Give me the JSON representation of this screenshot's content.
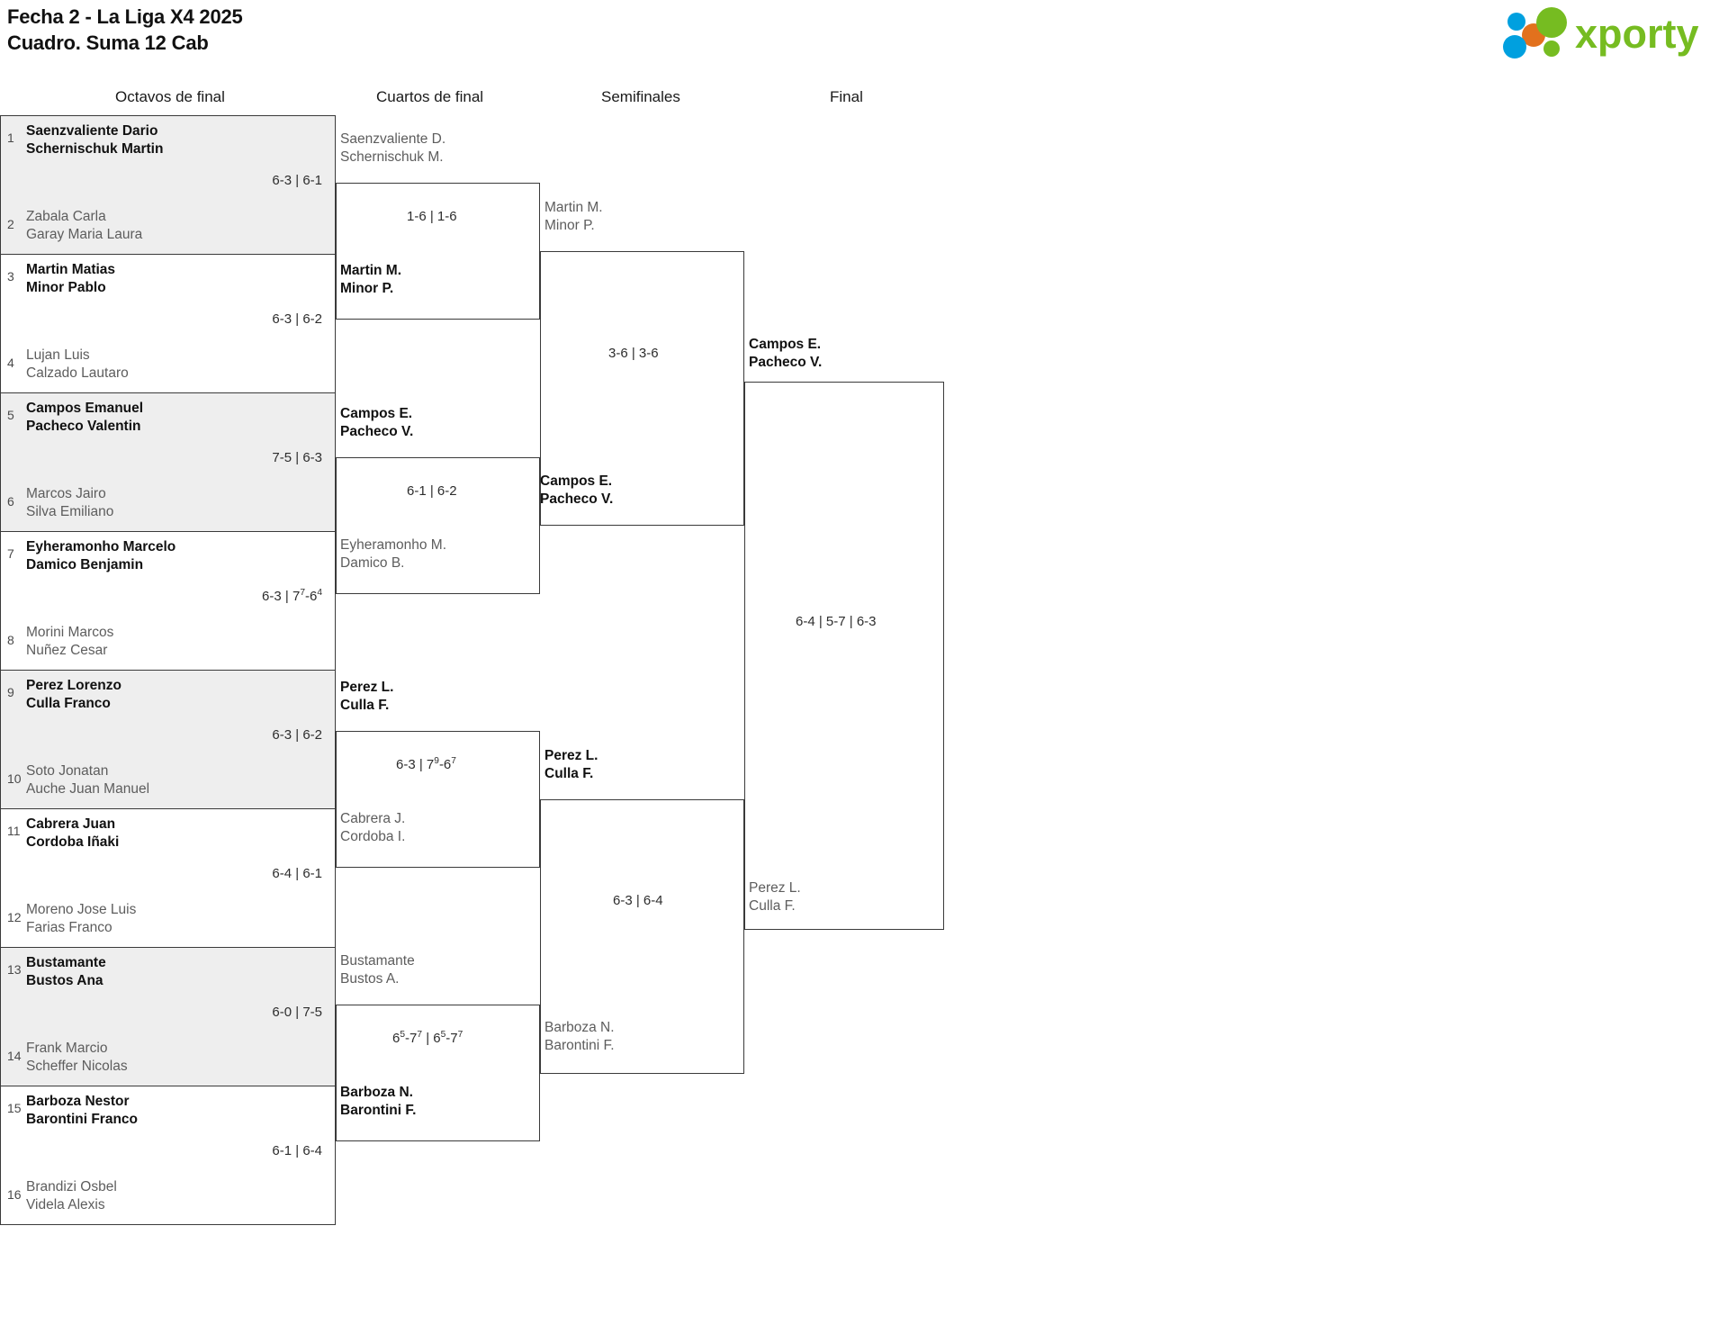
{
  "header": {
    "title_line1": "Fecha 2 - La Liga X4 2025",
    "title_line2": "Cuadro. Suma 12 Cab",
    "logo_text": "xporty"
  },
  "rounds": [
    {
      "label": "Octavos de final"
    },
    {
      "label": "Cuartos de final"
    },
    {
      "label": "Semifinales"
    },
    {
      "label": "Final"
    }
  ],
  "round_of_16": [
    {
      "seed_top": "1",
      "seed_bot": "2",
      "top_p1": "Saenzvaliente Dario",
      "top_p2": "Schernischuk Martin",
      "bot_p1": "Zabala Carla",
      "bot_p2": "Garay Maria Laura",
      "score": "6-3 | 6-1",
      "winner": "top",
      "shaded": true
    },
    {
      "seed_top": "3",
      "seed_bot": "4",
      "top_p1": "Martin Matias",
      "top_p2": "Minor Pablo",
      "bot_p1": "Lujan Luis",
      "bot_p2": "Calzado Lautaro",
      "score": "6-3 | 6-2",
      "winner": "top",
      "shaded": false
    },
    {
      "seed_top": "5",
      "seed_bot": "6",
      "top_p1": "Campos Emanuel",
      "top_p2": "Pacheco Valentin",
      "bot_p1": "Marcos Jairo",
      "bot_p2": "Silva Emiliano",
      "score": "7-5 | 6-3",
      "winner": "top",
      "shaded": true
    },
    {
      "seed_top": "7",
      "seed_bot": "8",
      "top_p1": "Eyheramonho Marcelo",
      "top_p2": "Damico Benjamin",
      "bot_p1": "Morini Marcos",
      "bot_p2": "Nuñez Cesar",
      "score": "6-3 | 7<sup>7</sup>-6<sup>4</sup>",
      "winner": "top",
      "shaded": false
    },
    {
      "seed_top": "9",
      "seed_bot": "10",
      "top_p1": "Perez Lorenzo",
      "top_p2": "Culla Franco",
      "bot_p1": "Soto Jonatan",
      "bot_p2": "Auche Juan Manuel",
      "score": "6-3 | 6-2",
      "winner": "top",
      "shaded": true
    },
    {
      "seed_top": "11",
      "seed_bot": "12",
      "top_p1": "Cabrera Juan",
      "top_p2": "Cordoba Iñaki",
      "bot_p1": "Moreno Jose Luis",
      "bot_p2": "Farias Franco",
      "score": "6-4 | 6-1",
      "winner": "top",
      "shaded": false
    },
    {
      "seed_top": "13",
      "seed_bot": "14",
      "top_p1": "Bustamante",
      "top_p2": "Bustos Ana",
      "bot_p1": "Frank Marcio",
      "bot_p2": "Scheffer Nicolas",
      "score": "6-0 | 7-5",
      "winner": "top",
      "shaded": true
    },
    {
      "seed_top": "15",
      "seed_bot": "16",
      "top_p1": "Barboza Nestor",
      "top_p2": "Barontini Franco",
      "bot_p1": "Brandizi Osbel",
      "bot_p2": "Videla Alexis",
      "score": "6-1 | 6-4",
      "winner": "top",
      "shaded": false
    }
  ],
  "quarter_finals": [
    {
      "top_p1": "Saenzvaliente D.",
      "top_p2": "Schernischuk M.",
      "bot_p1": "Martin M.",
      "bot_p2": "Minor P.",
      "score": "1-6 | 1-6",
      "winner": "bottom"
    },
    {
      "top_p1": "Campos E.",
      "top_p2": "Pacheco V.",
      "bot_p1": "Eyheramonho M.",
      "bot_p2": "Damico B.",
      "score": "6-1 | 6-2",
      "winner": "top"
    },
    {
      "top_p1": "Perez L.",
      "top_p2": "Culla F.",
      "bot_p1": "Cabrera J.",
      "bot_p2": "Cordoba I.",
      "score": "6-3 | 7<sup>9</sup>-6<sup>7</sup>",
      "winner": "top"
    },
    {
      "top_p1": "Bustamante",
      "top_p2": "Bustos A.",
      "bot_p1": "Barboza N.",
      "bot_p2": "Barontini F.",
      "score": "6<sup>5</sup>-7<sup>7</sup> | 6<sup>5</sup>-7<sup>7</sup>",
      "winner": "bottom"
    }
  ],
  "semi_finals": [
    {
      "top_p1": "Martin M.",
      "top_p2": "Minor P.",
      "bot_p1": "Campos E.",
      "bot_p2": "Pacheco V.",
      "score": "3-6 | 3-6",
      "winner": "bottom"
    },
    {
      "top_p1": "Perez L.",
      "top_p2": "Culla F.",
      "bot_p1": "Barboza N.",
      "bot_p2": "Barontini F.",
      "score": "6-3 | 6-4",
      "winner": "top"
    }
  ],
  "final": {
    "top_p1": "Campos E.",
    "top_p2": "Pacheco V.",
    "bot_p1": "Perez L.",
    "bot_p2": "Culla F.",
    "score": "6-4 | 5-7 | 6-3",
    "winner": "bottom"
  },
  "colors": {
    "shade": "#eeeeee",
    "border": "#3a3a3a",
    "winner_text": "#111111",
    "loser_text": "#5d5d5d",
    "logo_green": "#76bc21",
    "logo_blue": "#00a0df",
    "logo_orange": "#e2711d"
  }
}
